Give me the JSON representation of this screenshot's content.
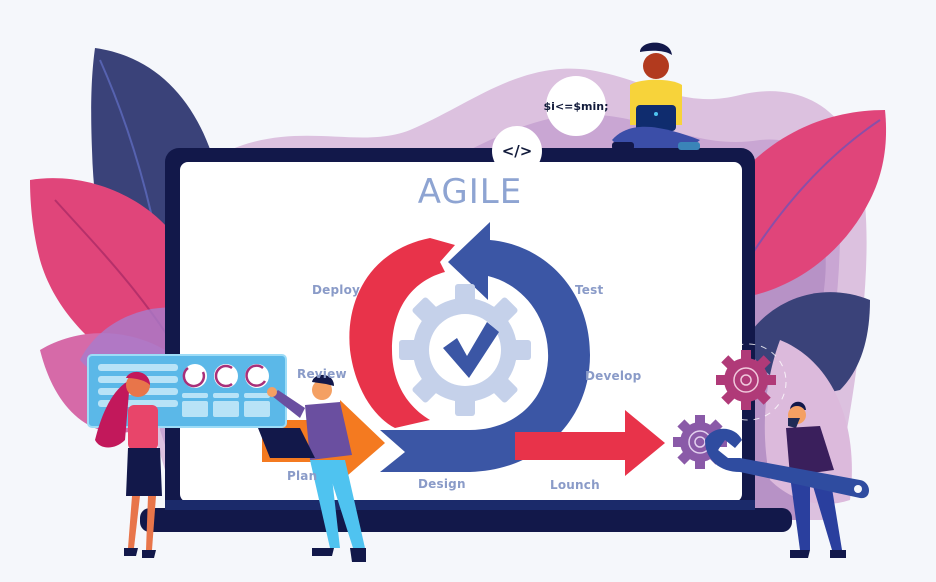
{
  "illustration": {
    "title": "AGILE",
    "code_bubbles": [
      {
        "text": "$i<=$min;"
      },
      {
        "text": "</>"
      }
    ],
    "cycle_labels": {
      "deploy": "Deploy",
      "test": "Test",
      "review": "Review",
      "develop": "Develop",
      "plan": "Plan",
      "design": "Design",
      "launch": "Lounch"
    },
    "colors": {
      "background": "#f5f7fb",
      "monitor_frame": "#12184a",
      "cycle_red": "#e8334a",
      "cycle_blue": "#3b56a5",
      "gear_light": "#c5d1ea",
      "plan_arrow": "#f47a20",
      "label_text": "#8a9bc8",
      "leaf_navy": "#3a4279",
      "leaf_pink": "#e0457a",
      "wave_purple": "#b792c6"
    }
  }
}
